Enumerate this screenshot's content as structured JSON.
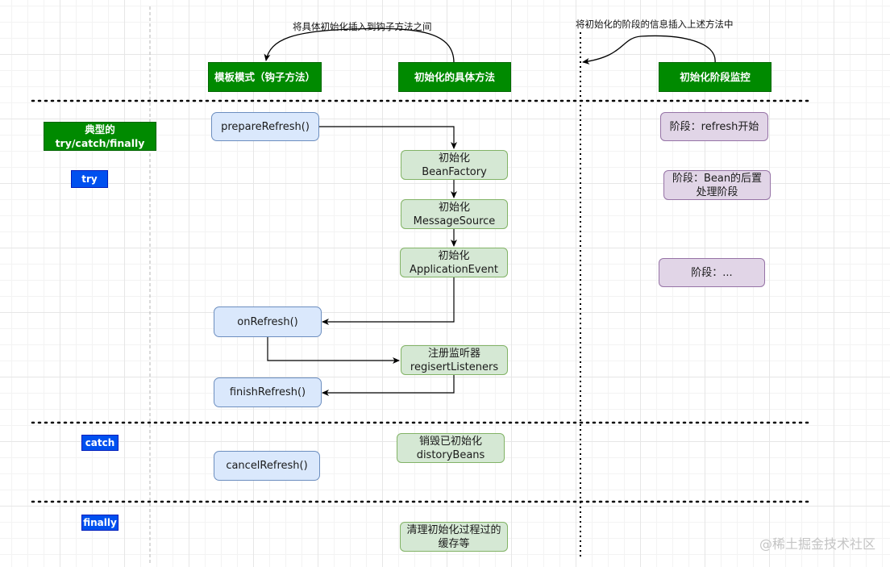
{
  "annotations": {
    "hook_insert_note": "将具体初始化插入到钩子方法之间",
    "stage_info_note": "将初始化的阶段的信息插入上述方法中"
  },
  "headers": {
    "template_mode": "模板模式（钩子方法）",
    "concrete_init": "初始化的具体方法",
    "stage_monitor": "初始化阶段监控"
  },
  "sections": {
    "typical": "典型的try/catch/finally",
    "try": "try",
    "catch": "catch",
    "finally": "finally"
  },
  "hook_methods": {
    "prepare_refresh": "prepareRefresh()",
    "on_refresh": "onRefresh()",
    "finish_refresh": "finishRefresh()",
    "cancel_refresh": "cancelRefresh()"
  },
  "init_steps": {
    "bean_factory": "初始化\nBeanFactory",
    "message_source": "初始化\nMessageSource",
    "application_event": "初始化\nApplicationEvent",
    "register_listeners": "注册监听器\nregisertListeners",
    "destroy_beans": "销毁已初始化\ndistoryBeans",
    "clear_cache": "清理初始化过程过的\n缓存等"
  },
  "stages": {
    "refresh_start": "阶段：refresh开始",
    "bean_post": "阶段：Bean的后置\n处理阶段",
    "more": "阶段：..."
  },
  "watermark": "@稀土掘金技术社区",
  "colors": {
    "blue_fill": "#dae8fc",
    "green_fill": "#d5e8d4",
    "purple_fill": "#e1d5e7",
    "header_green": "#008a00",
    "tag_blue": "#0050ef"
  }
}
